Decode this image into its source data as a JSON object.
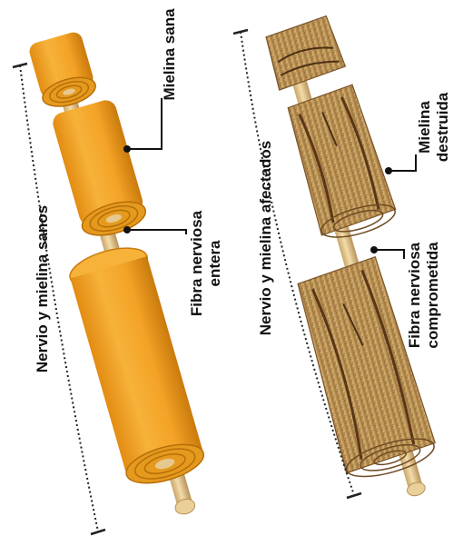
{
  "labels": {
    "healthy_group": "Nervio y mielina sanos",
    "affected_group": "Nervio y mielina afectados",
    "healthy_myelin": "Mielina sana",
    "intact_fiber": [
      "Fibra nerviosa",
      "entera"
    ],
    "destroyed_myelin": [
      "Mielina",
      "destruida"
    ],
    "damaged_fiber": [
      "Fibra nerviosa",
      "comprometida"
    ]
  },
  "colors": {
    "healthy_myelin": "#f3a326",
    "healthy_myelin_dark": "#d4850f",
    "damaged_myelin": "#c9a35c",
    "damaged_myelin_dark": "#8a6330",
    "nerve_fiber": "#e6c98f",
    "text": "#111111"
  }
}
